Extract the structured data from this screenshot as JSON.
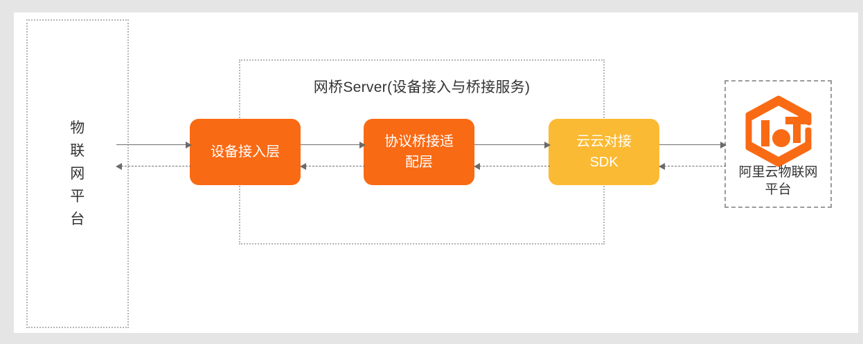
{
  "canvas": {
    "background": "#ffffff",
    "page_background": "#e5e5e5"
  },
  "colors": {
    "node_orange": "#f96a14",
    "node_amber": "#fbba33",
    "logo_orange": "#f96a14",
    "border_gray": "#b4b4b4",
    "arrow_gray": "#6b6b6b",
    "text_dark": "#333333"
  },
  "left_platform": {
    "label": "物\n联\n网\n平\n台",
    "border_style": "dotted"
  },
  "bridge_container": {
    "title": "网桥Server(设备接入与桥接服务)",
    "border_style": "dotted"
  },
  "nodes": [
    {
      "id": "device-access",
      "label": "设备接入层",
      "color": "#f96a14"
    },
    {
      "id": "protocol-adapter",
      "label": "协议桥接适\n配层",
      "color": "#f96a14"
    },
    {
      "id": "cloud-sdk",
      "label": "云云对接\nSDK",
      "color": "#fbba33"
    }
  ],
  "right_platform": {
    "label": "阿里云物联网\n平台",
    "logo_name": "alibaba-cloud-iot-logo",
    "border_style": "dashed"
  },
  "arrows": [
    {
      "id": "platform-to-device",
      "direction": "right",
      "style": "solid"
    },
    {
      "id": "device-to-platform",
      "direction": "left",
      "style": "dashed"
    },
    {
      "id": "device-to-adapter",
      "direction": "right",
      "style": "solid"
    },
    {
      "id": "adapter-to-device",
      "direction": "left",
      "style": "dashed"
    },
    {
      "id": "adapter-to-sdk",
      "direction": "right",
      "style": "solid"
    },
    {
      "id": "sdk-to-adapter",
      "direction": "left",
      "style": "dashed"
    },
    {
      "id": "sdk-to-cloud",
      "direction": "right",
      "style": "solid"
    },
    {
      "id": "cloud-to-sdk",
      "direction": "left",
      "style": "dashed"
    }
  ]
}
